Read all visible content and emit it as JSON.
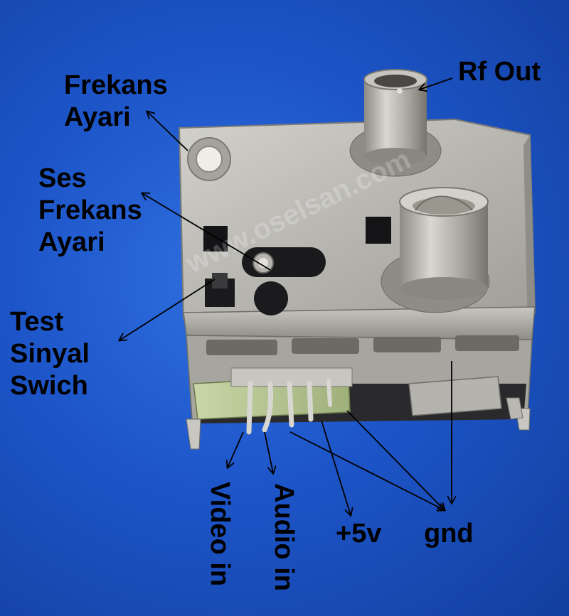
{
  "image": {
    "subject": "RF modulator module",
    "watermark": "www.oselsan.com"
  },
  "labels": {
    "rf_out": "Rf Out",
    "frekans_ayari": [
      "Frekans",
      "Ayari"
    ],
    "ses_frekans_ayari": [
      "Ses",
      "Frekans",
      "Ayari"
    ],
    "test_sinyal_swich": [
      "Test",
      "Sinyal",
      "Swich"
    ],
    "video_in": "Video in",
    "audio_in": "Audio in",
    "plus_5v": "+5v",
    "gnd": "gnd"
  },
  "colors": {
    "background": "#1f58c8",
    "metal": "#b9b7b2",
    "text": "#000000",
    "arrow": "#000000"
  }
}
